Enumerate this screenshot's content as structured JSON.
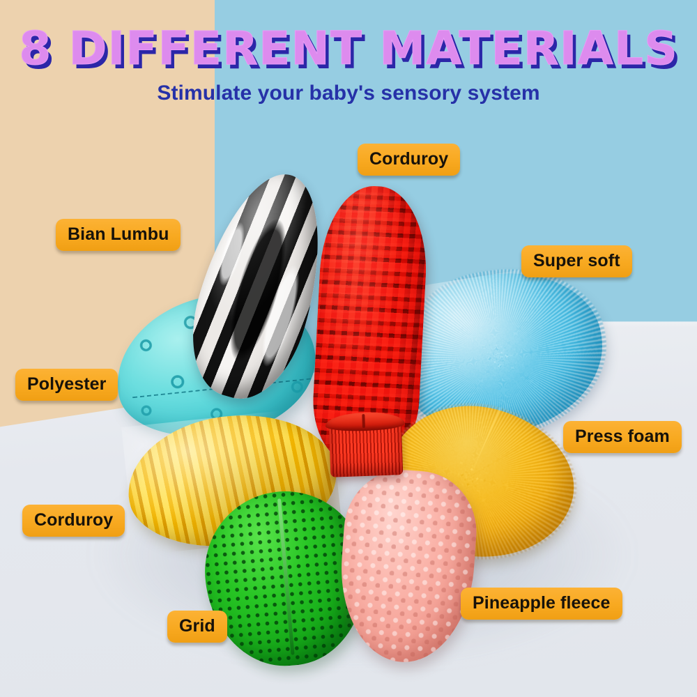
{
  "header": {
    "title": "8 DIFFERENT MATERIALS",
    "subtitle": "Stimulate your baby's sensory system",
    "title_color": "#dd8bee",
    "title_shadow_color": "#2b26a8",
    "subtitle_color": "#2631a8"
  },
  "background": {
    "left_panel_color": "#edd2ae",
    "right_panel_color": "#96cde2",
    "table_surface_color": "#e5e8ee"
  },
  "callouts": {
    "pill_bg_color": "#f8a920",
    "pill_text_color": "#17120a",
    "items": [
      {
        "label": "Corduroy",
        "name": "corduroy-top"
      },
      {
        "label": "Bian Lumbu",
        "name": "bian-lumbu"
      },
      {
        "label": "Super soft",
        "name": "super-soft"
      },
      {
        "label": "Polyester",
        "name": "polyester"
      },
      {
        "label": "Press foam",
        "name": "press-foam"
      },
      {
        "label": "Corduroy",
        "name": "corduroy-bottom"
      },
      {
        "label": "Grid",
        "name": "grid"
      },
      {
        "label": "Pineapple fleece",
        "name": "pineapple-fleece"
      }
    ]
  },
  "product": {
    "name": "baby sensory ball toy",
    "petals": [
      {
        "name": "zebra-striped-petal",
        "material": "Bian Lumbu",
        "color": "#141414"
      },
      {
        "name": "red-corduroy-petal",
        "material": "Corduroy",
        "color": "#d8200f"
      },
      {
        "name": "blue-fur-petal",
        "material": "Super soft",
        "color": "#3ebce4"
      },
      {
        "name": "yellow-plush-petal",
        "material": "Press foam",
        "color": "#fec215"
      },
      {
        "name": "turquoise-printed-petal",
        "material": "Polyester",
        "color": "#43cdd4"
      },
      {
        "name": "yellow-corduroy-petal",
        "material": "Corduroy",
        "color": "#fbc600"
      },
      {
        "name": "green-mesh-petal",
        "material": "Grid",
        "color": "#12a417"
      },
      {
        "name": "pink-fleece-petal",
        "material": "Pineapple fleece",
        "color": "#f2998d"
      }
    ],
    "center_hub": {
      "name": "red-ribbed-hub",
      "color": "#e0230f"
    }
  }
}
